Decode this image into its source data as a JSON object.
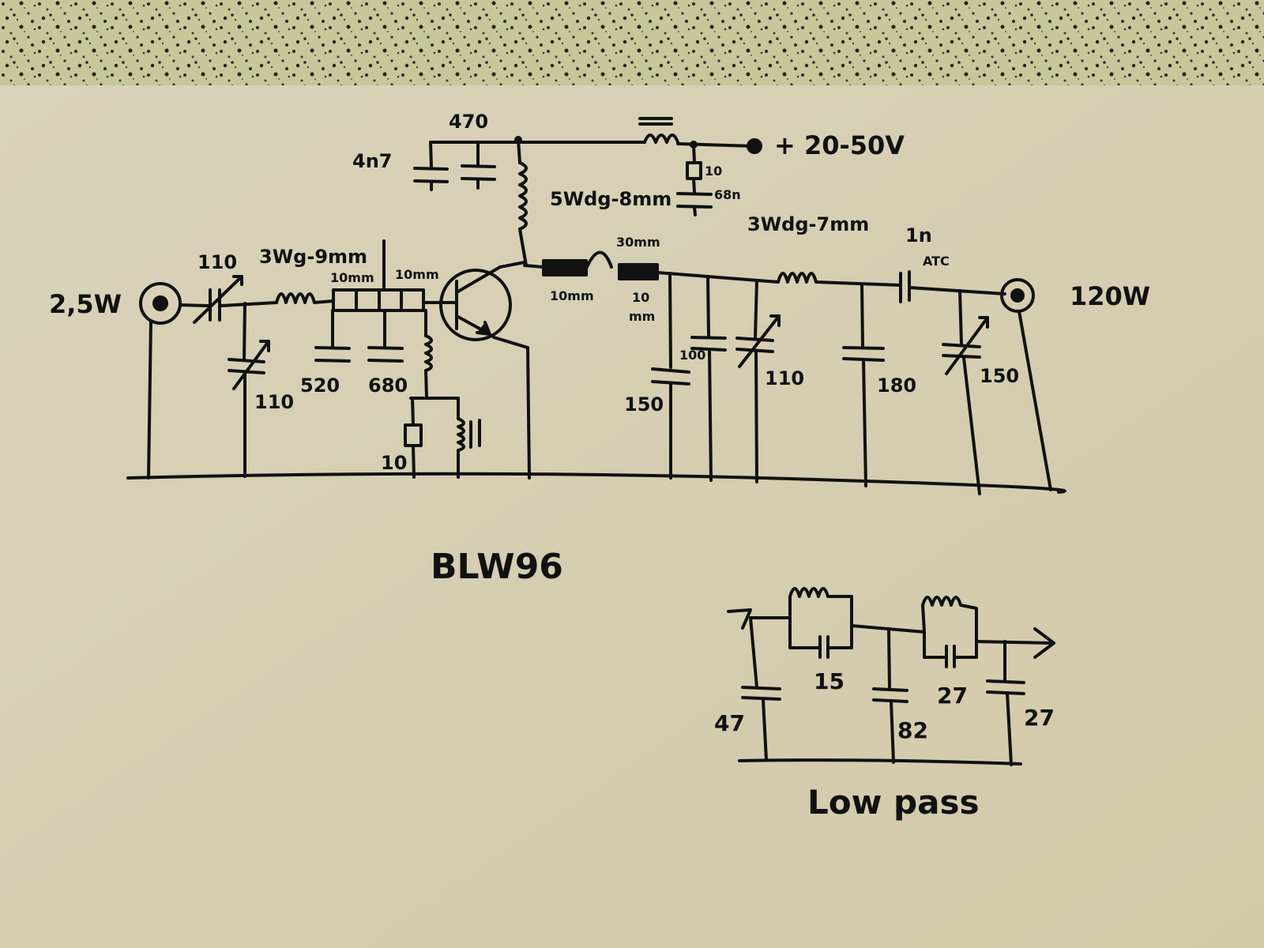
{
  "colors": {
    "paper": "#dcd6be",
    "paper_shadow": "#c9c1a3",
    "ink": "#111111",
    "granite": "#c8c69a",
    "granite_dark": "#2a2a22"
  },
  "amplifier": {
    "input_power": "2,5W",
    "output_power": "120W",
    "supply": "+ 20-50V",
    "transistor": "BLW96",
    "input_series_cap": "110",
    "input_trim_cap": "110",
    "input_coil": "3Wg-9mm",
    "stripline_1": "10mm",
    "stripline_2": "10mm",
    "cap_520": "520",
    "cap_680": "680",
    "base_resistor": "10",
    "supply_cap_1": "4n7",
    "supply_cap_2": "470",
    "choke_coil": "5Wdg-8mm",
    "supply_resistor": "10",
    "supply_cap_3": "68n",
    "collector_line_1": "10mm",
    "collector_line_2": "30mm",
    "collector_line_3": "10",
    "collector_line_3_unit": "mm",
    "cap_150": "150",
    "cap_100": "100",
    "trim_110": "110",
    "output_coil": "3Wdg-7mm",
    "dc_block": "1n",
    "dc_block_type": "ATC",
    "cap_180": "180",
    "output_trim": "150"
  },
  "lowpass": {
    "title": "Low pass",
    "c1": "47",
    "c2": "15",
    "c3": "82",
    "c4": "27",
    "c5": "27"
  }
}
